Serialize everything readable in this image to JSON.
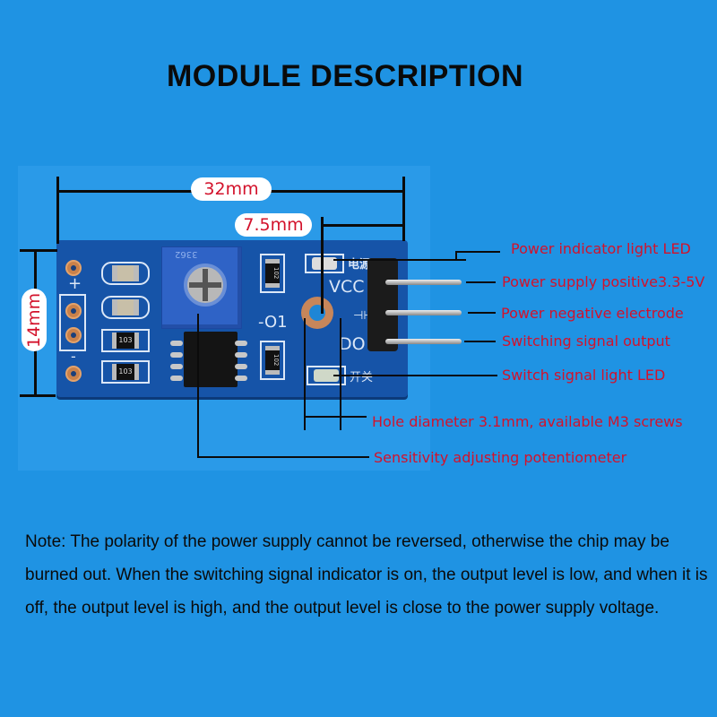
{
  "title": "MODULE DESCRIPTION",
  "dimensions": {
    "width": "32mm",
    "height": "14mm",
    "hole_offset": "7.5mm"
  },
  "board_silkscreen": {
    "plus": "+",
    "minus": "-",
    "pot_marking": "3362",
    "resistor_1": "103",
    "resistor_2": "103",
    "resistor_3": "102",
    "resistor_4": "102",
    "designator": "-O1",
    "vcc": "VCC",
    "gnd_symbol": "⊣⊢",
    "do": "DO",
    "power_cn": "电源",
    "switch_cn": "开关"
  },
  "callouts": [
    {
      "id": "power-led",
      "label": "Power indicator light  LED"
    },
    {
      "id": "vcc-pin",
      "label": "Power supply positive3.3-5V"
    },
    {
      "id": "gnd-pin",
      "label": "Power negative electrode"
    },
    {
      "id": "do-pin",
      "label": "Switching signal output"
    },
    {
      "id": "switch-led",
      "label": "Switch signal light LED"
    },
    {
      "id": "hole",
      "label": "Hole diameter 3.1mm, available M3 screws"
    },
    {
      "id": "potentiometer",
      "label": "Sensitivity adjusting potentiometer"
    }
  ],
  "note": "Note: The polarity of the power supply cannot be reversed, otherwise the   chip may be burned out. When the switching signal indicator is on, the output level is low, and when it is off, the output level is high, and the output level is close to the power supply voltage.",
  "colors": {
    "background": "#1f93e3",
    "callout_text": "#d3122b",
    "pcb": "#1654a8"
  }
}
